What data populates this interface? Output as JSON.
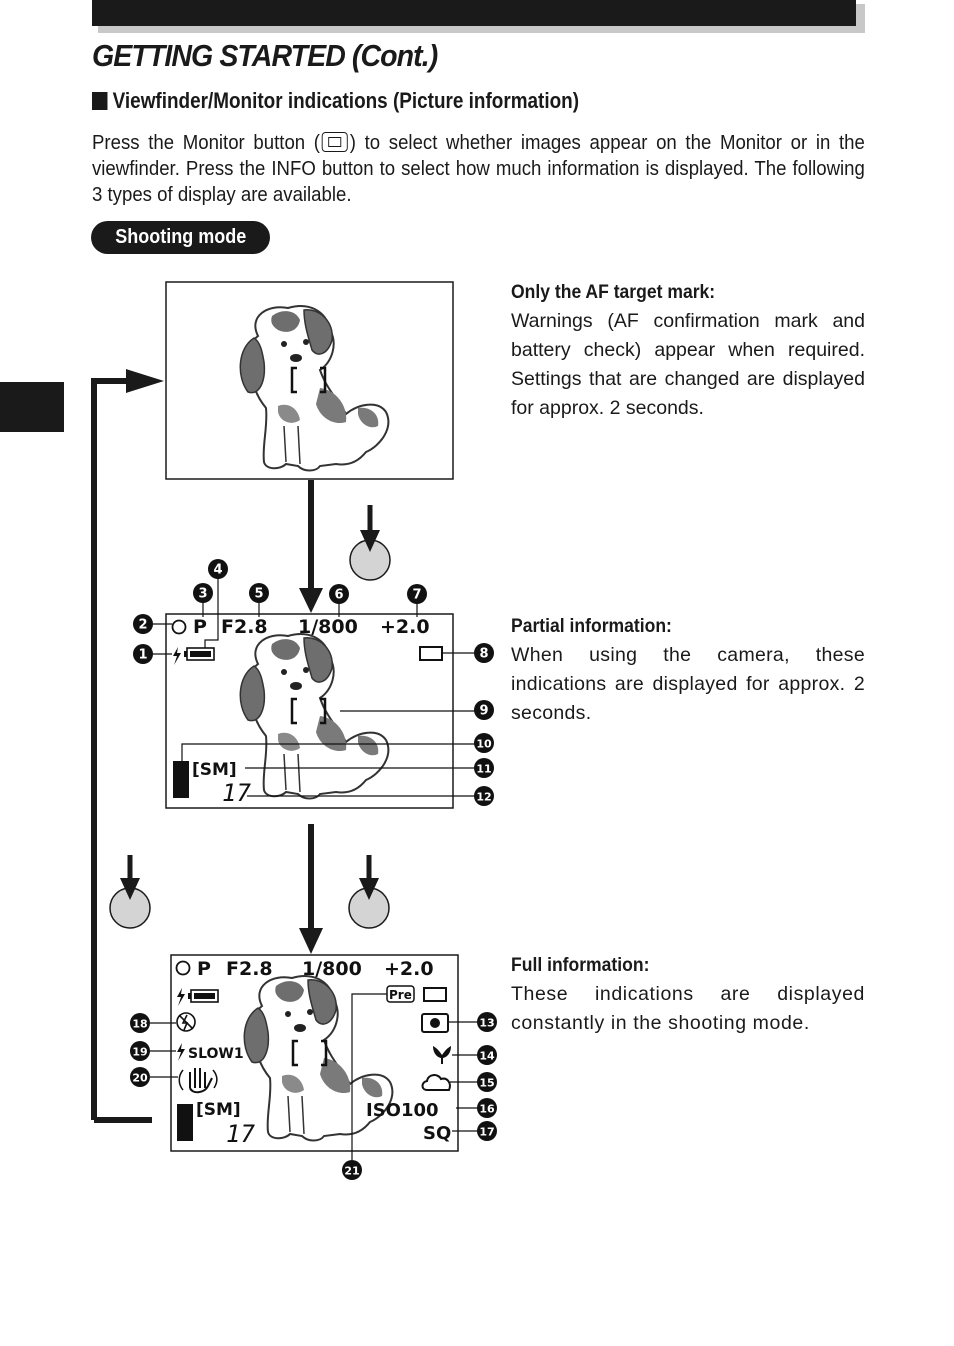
{
  "page": {
    "title": "GETTING STARTED (Cont.)",
    "section_heading": "Viewfinder/Monitor indications (Picture information)",
    "intro_part1": "Press the Monitor button (",
    "intro_part2": ") to select whether images appear on the Monitor or in the viewfinder. Press the INFO button to select how much information is displayed. The following 3 types of display are available.",
    "mode_badge": "Shooting mode"
  },
  "descriptions": [
    {
      "heading": "Only the AF target mark:",
      "body": "Warnings (AF confirmation mark and battery check) appear when required. Settings that are changed are displayed for approx. 2 seconds."
    },
    {
      "heading": "Partial information:",
      "body": "When using the camera, these indications are displayed for approx. 2 seconds."
    },
    {
      "heading": "Full information:",
      "body": "These indications are displayed constantly in the shooting mode."
    }
  ],
  "display": {
    "af_mark": "[  ]",
    "mode": "P",
    "aperture": "F2.8",
    "shutter": "1/800",
    "exposure_comp": "+2.0",
    "record_mode": "[SM]",
    "frames_remaining": "17",
    "flash_mode": "SLOW1",
    "iso": "ISO100",
    "quality": "SQ",
    "preset": "Pre"
  },
  "callouts": [
    "1",
    "2",
    "3",
    "4",
    "5",
    "6",
    "7",
    "8",
    "9",
    "10",
    "11",
    "12",
    "13",
    "14",
    "15",
    "16",
    "17",
    "18",
    "19",
    "20",
    "21"
  ],
  "icons": [
    "flash-icon",
    "battery-icon",
    "white-balance-icon",
    "metering-icon",
    "macro-icon",
    "cloudy-icon",
    "flash-off-icon",
    "shake-warning-icon",
    "info-button-icon",
    "monitor-button-icon"
  ]
}
